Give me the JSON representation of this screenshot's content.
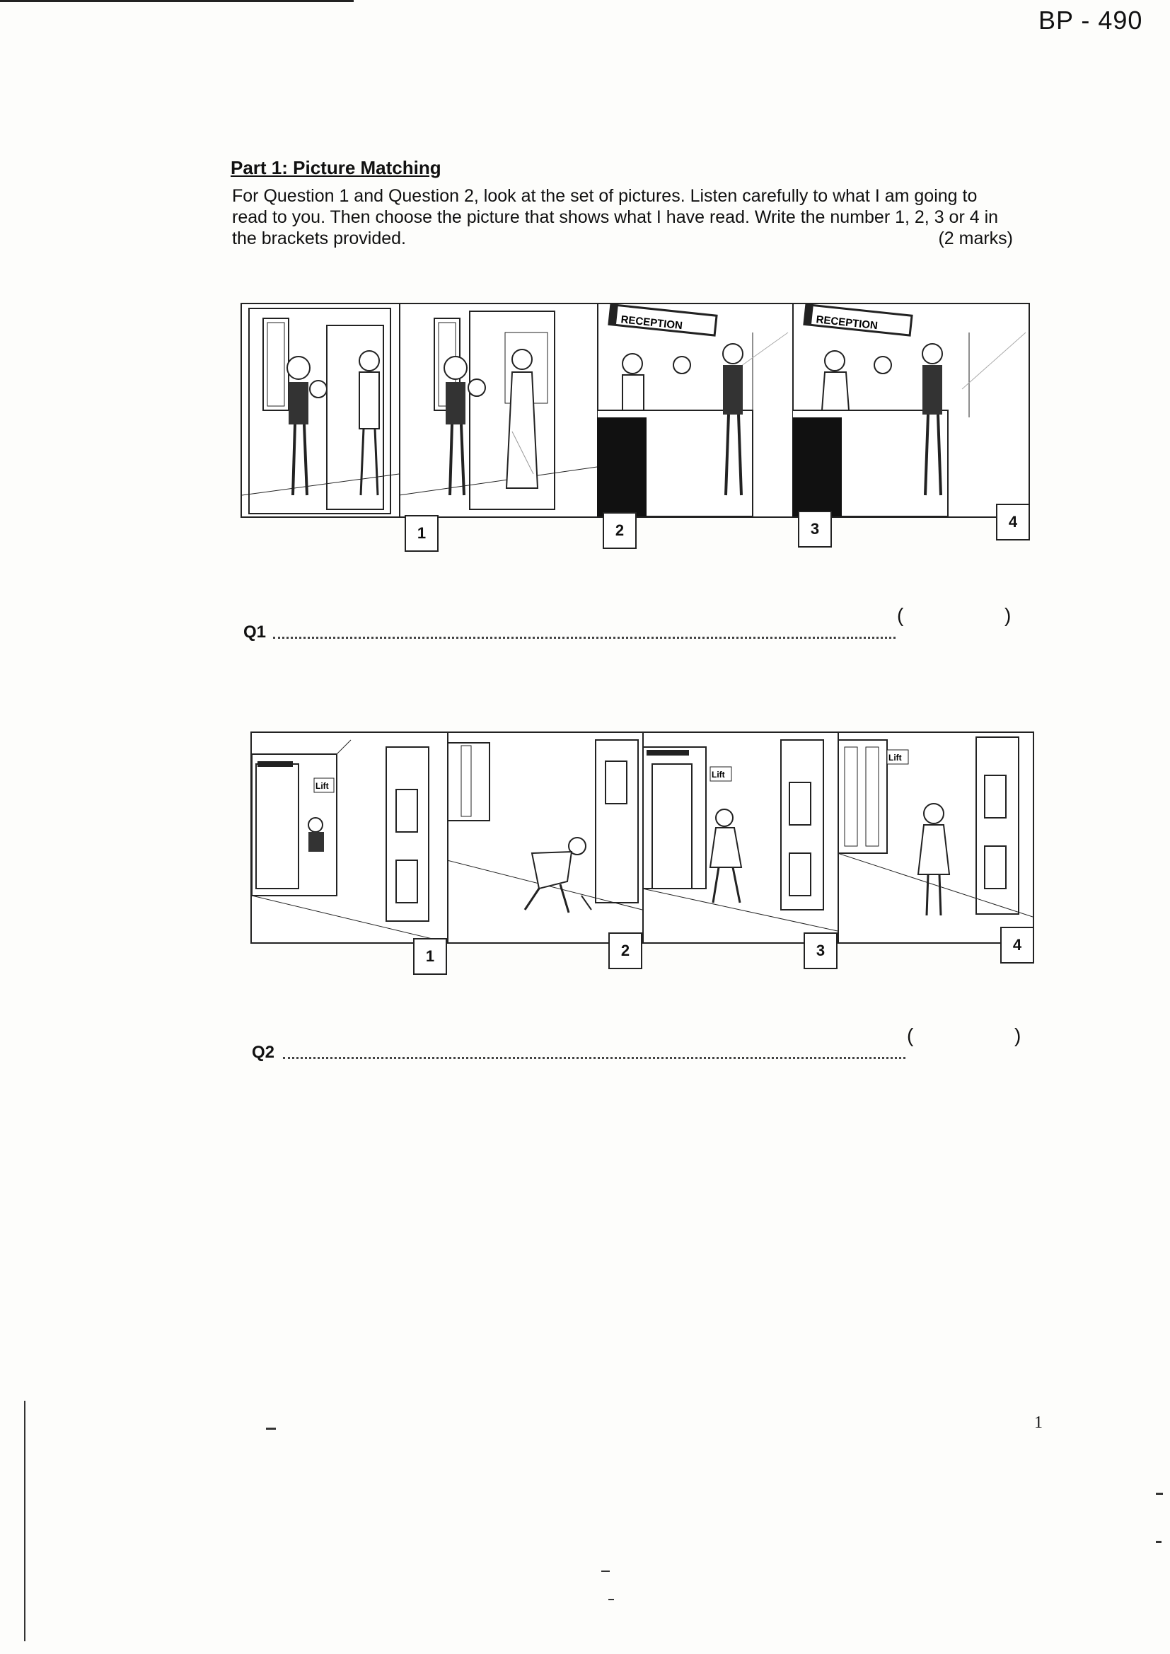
{
  "doc_code": "BP - 490",
  "heading": "Part 1: Picture Matching",
  "instructions": "For Question 1 and Question 2, look at the set of pictures. Listen carefully to what I am going to read to you. Then choose the picture that shows what I have read. Write the number 1, 2, 3 or 4 in the brackets provided.",
  "marks": "(2 marks)",
  "set1": {
    "signs": [
      "RECEPTION",
      "RECEPTION"
    ],
    "numbers": [
      "1",
      "2",
      "3",
      "4"
    ]
  },
  "q1": {
    "label": "Q1",
    "open": "(",
    "close": ")"
  },
  "set2": {
    "signs": [
      "Lift",
      "Lift",
      "Lift"
    ],
    "numbers": [
      "1",
      "2",
      "3",
      "4"
    ]
  },
  "q2": {
    "label": "Q2",
    "open": "(",
    "close": ")"
  },
  "page_number": "1"
}
